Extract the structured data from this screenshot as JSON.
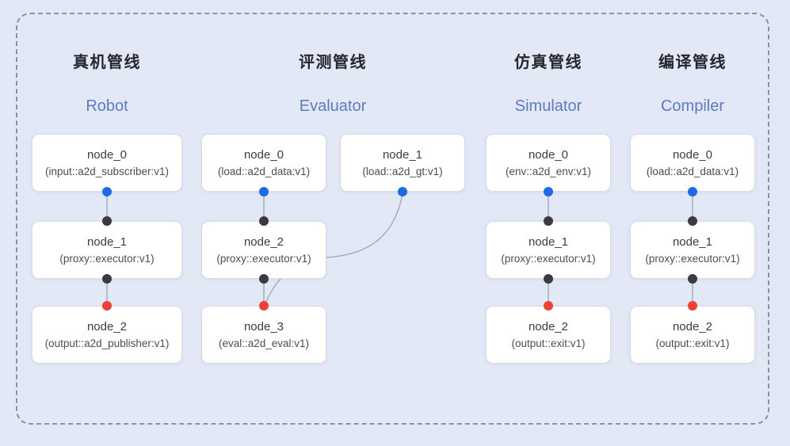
{
  "diagram": {
    "background": "#e3e8f6",
    "frame_border_color": "#8d919c"
  },
  "colors": {
    "background": "#e3e8f6",
    "frame_border_color": "#8d919c",
    "title_zh": "#26262e",
    "title_en": "#5d7ac2",
    "node_border": "#d9dce6",
    "edge": "#9aa3b6",
    "dot_blue": "#1b6ce4",
    "dot_black": "#3b3b3d",
    "dot_red": "#ee4130"
  },
  "pipelines": [
    {
      "title_zh": "真机管线",
      "title_en": "Robot",
      "nodes": [
        {
          "label": "node_0",
          "sub": "(input::a2d_subscriber:v1)"
        },
        {
          "label": "node_1",
          "sub": "(proxy::executor:v1)"
        },
        {
          "label": "node_2",
          "sub": "(output::a2d_publisher:v1)"
        }
      ]
    },
    {
      "title_zh": "评测管线",
      "title_en": "Evaluator",
      "nodes": [
        {
          "label": "node_0",
          "sub": "(load::a2d_data:v1)"
        },
        {
          "label": "node_1",
          "sub": "(load::a2d_gt:v1)"
        },
        {
          "label": "node_2",
          "sub": "(proxy::executor:v1)"
        },
        {
          "label": "node_3",
          "sub": "(eval::a2d_eval:v1)"
        }
      ]
    },
    {
      "title_zh": "仿真管线",
      "title_en": "Simulator",
      "nodes": [
        {
          "label": "node_0",
          "sub": "(env::a2d_env:v1)"
        },
        {
          "label": "node_1",
          "sub": "(proxy::executor:v1)"
        },
        {
          "label": "node_2",
          "sub": "(output::exit:v1)"
        }
      ]
    },
    {
      "title_zh": "编译管线",
      "title_en": "Compiler",
      "nodes": [
        {
          "label": "node_0",
          "sub": "(load::a2d_data:v1)"
        },
        {
          "label": "node_1",
          "sub": "(proxy::executor:v1)"
        },
        {
          "label": "node_2",
          "sub": "(output::exit:v1)"
        }
      ]
    }
  ],
  "edges": [
    {
      "pipeline": "Robot",
      "from": "node_0",
      "to": "node_1"
    },
    {
      "pipeline": "Robot",
      "from": "node_1",
      "to": "node_2"
    },
    {
      "pipeline": "Evaluator",
      "from": "node_0",
      "to": "node_2"
    },
    {
      "pipeline": "Evaluator",
      "from": "node_1",
      "to": "node_3"
    },
    {
      "pipeline": "Evaluator",
      "from": "node_2",
      "to": "node_3"
    },
    {
      "pipeline": "Simulator",
      "from": "node_0",
      "to": "node_1"
    },
    {
      "pipeline": "Simulator",
      "from": "node_1",
      "to": "node_2"
    },
    {
      "pipeline": "Compiler",
      "from": "node_0",
      "to": "node_1"
    },
    {
      "pipeline": "Compiler",
      "from": "node_1",
      "to": "node_2"
    }
  ]
}
